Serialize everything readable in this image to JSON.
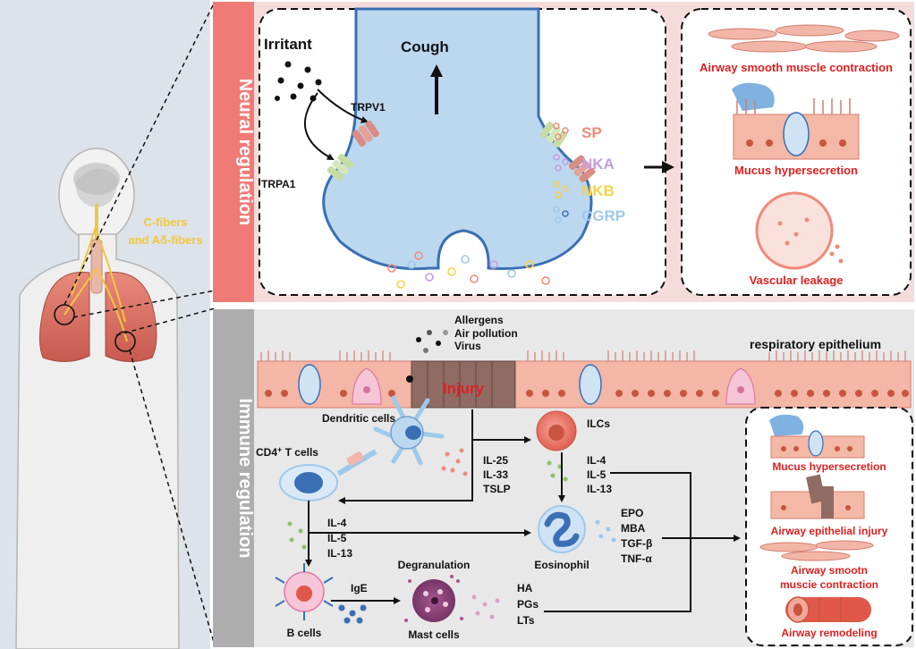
{
  "body_panel": {
    "fibers_line1": "C-fibers",
    "fibers_line2": "and Aδ-fibers"
  },
  "neural": {
    "side_label": "Neural regulation",
    "irritant": "Irritant",
    "cough": "Cough",
    "receptor_1": "TRPV1",
    "receptor_2": "TRPA1",
    "legend": [
      {
        "label": "SP",
        "color": "#ef8a7a"
      },
      {
        "label": "NKA",
        "color": "#c39be0"
      },
      {
        "label": "NKB",
        "color": "#f5d24a"
      },
      {
        "label": "CGRP",
        "color": "#9ec9ea"
      }
    ],
    "outcomes": [
      "Airway smooth muscle contraction",
      "Mucus hypersecretion",
      "Vascular leakage"
    ]
  },
  "immune": {
    "side_label": "Immune regulation",
    "triggers": [
      "Allergens",
      "Air pollution",
      "Virus"
    ],
    "epithelium": "respiratory epithelium",
    "injury": "Injury",
    "dendritic": "Dendritic cells",
    "cd4_main": "CD4",
    "cd4_sup": "+",
    "cd4_tail": " T cells",
    "alarmins": [
      "IL-25",
      "IL-33",
      "TSLP"
    ],
    "ilcs": "ILCs",
    "ilc_cytokines": [
      "IL-4",
      "IL-5",
      "IL-13"
    ],
    "t_cytokines": [
      "IL-4",
      "IL-5",
      "IL-13"
    ],
    "eosinophil": "Eosinophil",
    "eos_products": [
      "EPO",
      "MBA",
      "TGF-β",
      "TNF-α"
    ],
    "b_cells": "B cells",
    "ige": "IgE",
    "degranulation": "Degranulation",
    "mast_cells": "Mast cells",
    "mediators": [
      "HA",
      "PGs",
      "LTs"
    ],
    "outcomes": [
      "Mucus hypersecretion",
      "Airway epithelial injury",
      "Airway smootn",
      "muscie contraction",
      "Airway remodeling"
    ]
  }
}
